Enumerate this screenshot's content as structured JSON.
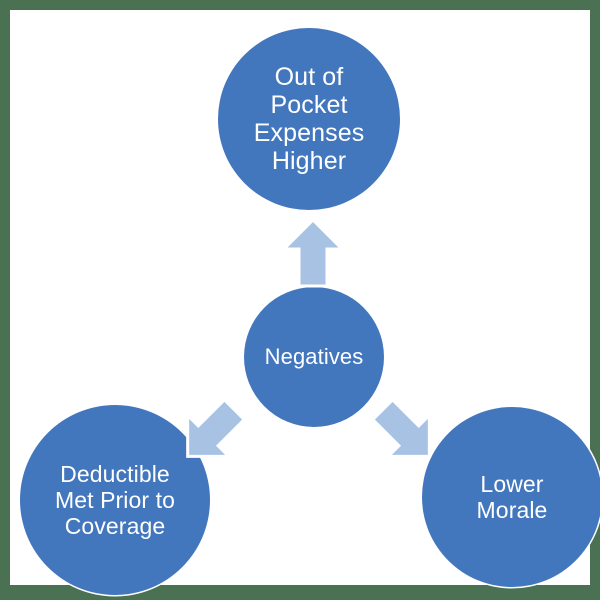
{
  "diagram": {
    "type": "radial-hub-and-spoke",
    "background_color": "#4a7252",
    "canvas_color": "#ffffff",
    "node_color": "#4377bd",
    "node_text_color": "#ffffff",
    "arrow_color": "#a8c2e4",
    "arrow_outline_color": "#ffffff",
    "hub": {
      "label": "Negatives",
      "name": "negatives"
    },
    "spokes": [
      {
        "name": "out-of-pocket-expenses-higher",
        "label": "Out of\nPocket\nExpenses\nHigher",
        "direction": "up"
      },
      {
        "name": "deductible-met-prior-to-coverage",
        "label": "Deductible\nMet Prior to\nCoverage",
        "direction": "down-left"
      },
      {
        "name": "lower-morale",
        "label": "Lower\nMorale",
        "direction": "down-right"
      }
    ],
    "arrows": [
      {
        "name": "arrow-up",
        "from": "negatives",
        "to": "out-of-pocket-expenses-higher"
      },
      {
        "name": "arrow-down-left",
        "from": "negatives",
        "to": "deductible-met-prior-to-coverage"
      },
      {
        "name": "arrow-down-right",
        "from": "negatives",
        "to": "lower-morale"
      }
    ]
  }
}
